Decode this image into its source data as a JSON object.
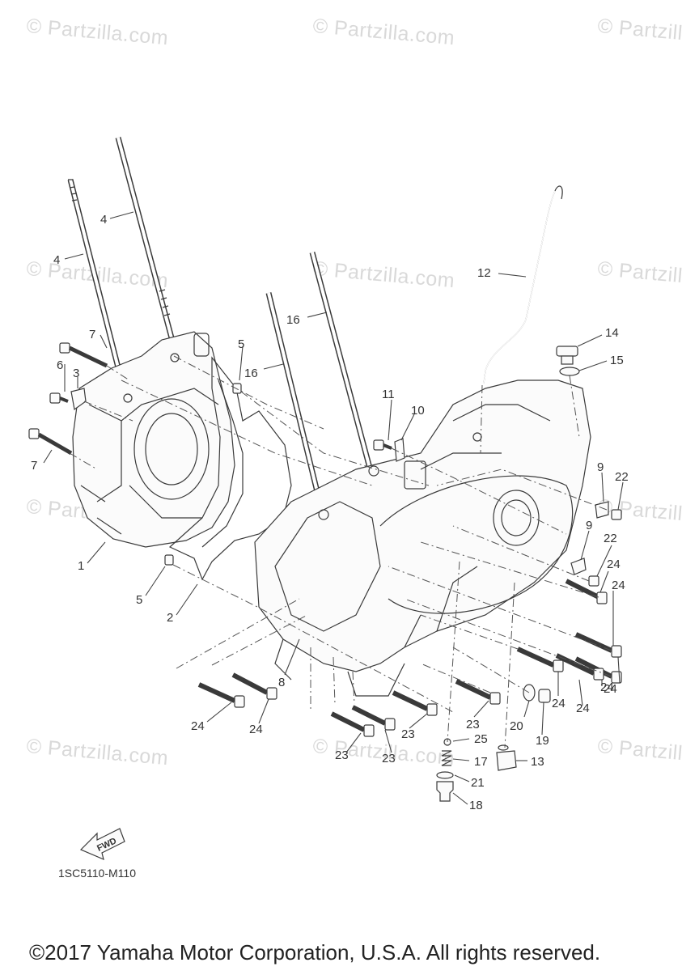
{
  "watermark": "© Partzilla.com",
  "diagram_code": "1SC5110-M110",
  "copyright": "©2017 Yamaha Motor Corporation, U.S.A. All rights reserved.",
  "fwd_label": "FWD",
  "callouts": {
    "c1": "1",
    "c2": "2",
    "c3": "3",
    "c4": "4",
    "c4b": "4",
    "c5a": "5",
    "c5b": "5",
    "c6": "6",
    "c7a": "7",
    "c7b": "7",
    "c8": "8",
    "c9a": "9",
    "c9b": "9",
    "c10": "10",
    "c11": "11",
    "c12": "12",
    "c13": "13",
    "c14": "14",
    "c15": "15",
    "c16a": "16",
    "c16b": "16",
    "c17": "17",
    "c18": "18",
    "c19": "19",
    "c20": "20",
    "c21": "21",
    "c22a": "22",
    "c22b": "22",
    "c23a": "23",
    "c23b": "23",
    "c23c": "23",
    "c23d": "23",
    "c24a": "24",
    "c24b": "24",
    "c24c": "24",
    "c24d": "24",
    "c24e": "24",
    "c24f": "24",
    "c24g": "24",
    "c24h": "24",
    "c25": "25"
  }
}
